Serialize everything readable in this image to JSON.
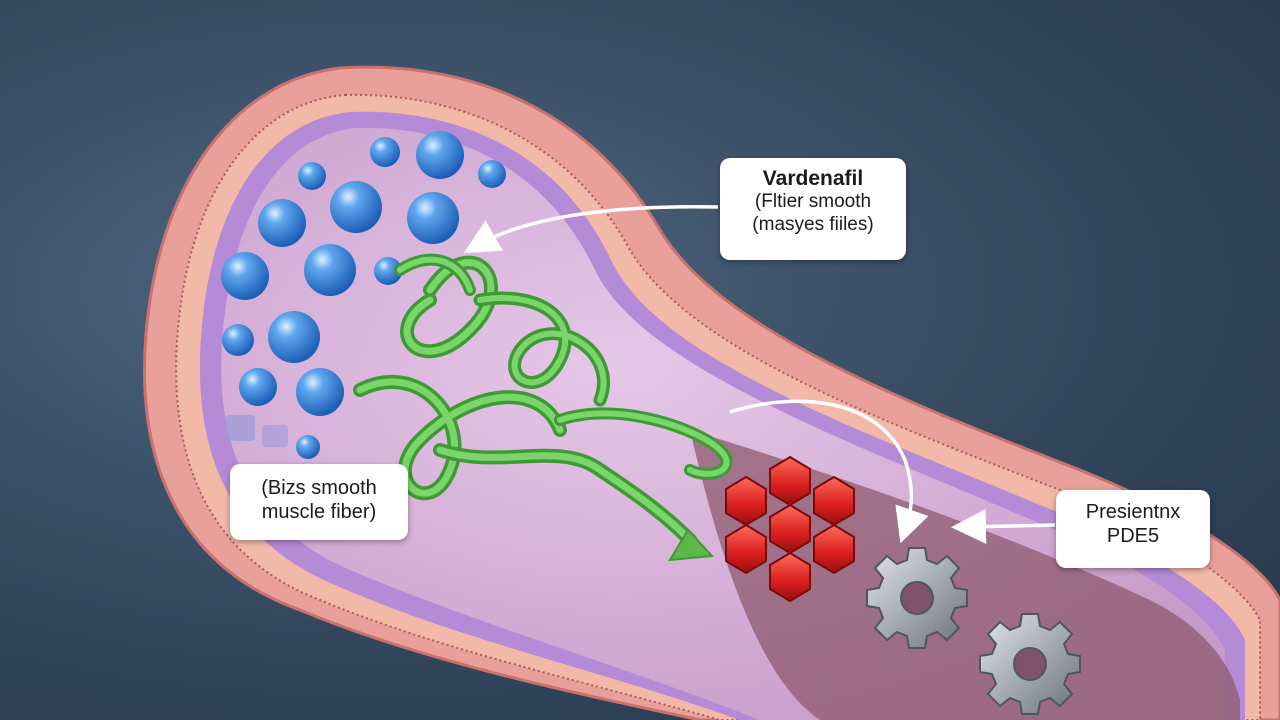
{
  "labels": {
    "vardenafil": {
      "title": "Vardenafil",
      "line1": "(Fltier smooth",
      "line2": "(masyes fiiles)"
    },
    "muscle": {
      "line1": "(Bizs smooth",
      "line2": "muscle fiber)"
    },
    "pde5": {
      "line1": "Presientnx",
      "line2": "PDE5"
    }
  },
  "colors": {
    "background": "#34475e",
    "vessel_wall": "#e9a09a",
    "vessel_interior": "#d8b0d8",
    "bubble": "#2f7fd6",
    "ribbon": "#5cb84a",
    "hexagon": "#d81e1e",
    "gear": "#9aa0a8",
    "arrow": "#ffffff"
  },
  "icons": [
    "blue-bubble-cluster",
    "green-ribbon-fiber",
    "red-hexagon-molecule",
    "gear-icon"
  ]
}
